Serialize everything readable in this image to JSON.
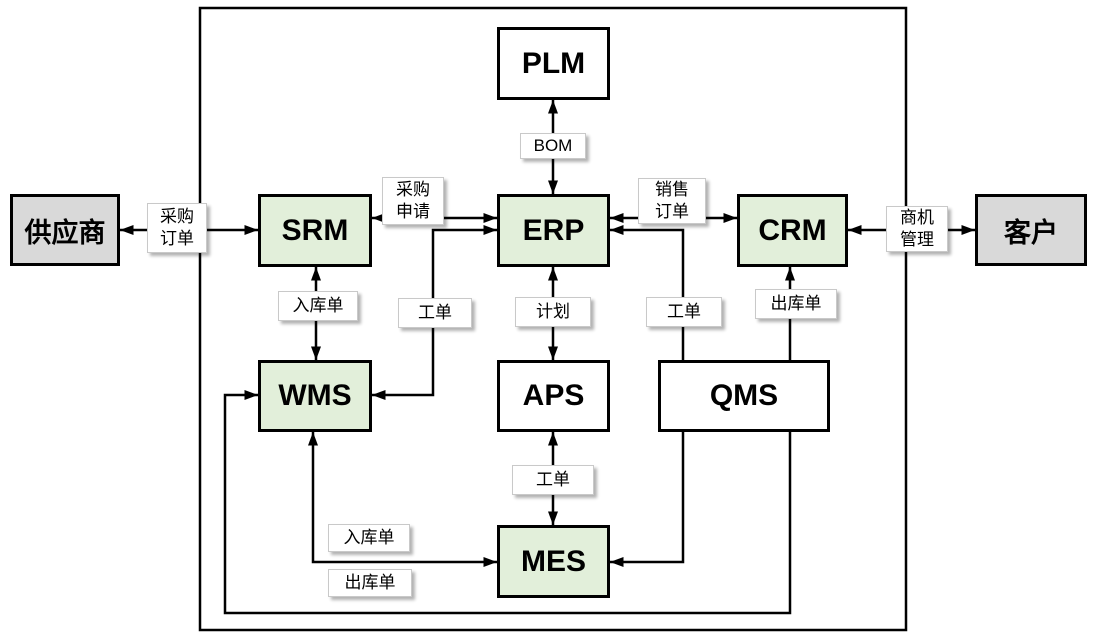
{
  "diagram": {
    "systems": {
      "plm": {
        "label": "PLM"
      },
      "srm": {
        "label": "SRM"
      },
      "erp": {
        "label": "ERP"
      },
      "crm": {
        "label": "CRM"
      },
      "wms": {
        "label": "WMS"
      },
      "aps": {
        "label": "APS"
      },
      "qms": {
        "label": "QMS"
      },
      "mes": {
        "label": "MES"
      }
    },
    "entities": {
      "supplier": {
        "label": "供应商"
      },
      "customer": {
        "label": "客户"
      }
    },
    "labels": {
      "purchase_order": {
        "line1": "采购",
        "line2": "订单"
      },
      "purchase_request": {
        "line1": "采购",
        "line2": "申请"
      },
      "sales_order": {
        "line1": "销售",
        "line2": "订单"
      },
      "opportunity": {
        "line1": "商机",
        "line2": "管理"
      },
      "bom": {
        "text": "BOM"
      },
      "inbound_top": {
        "text": "入库单"
      },
      "workorder_left": {
        "text": "工单"
      },
      "plan": {
        "text": "计划"
      },
      "workorder_right": {
        "text": "工单"
      },
      "outbound_top": {
        "text": "出库单"
      },
      "workorder_bottom": {
        "text": "工单"
      },
      "inbound_bottom": {
        "text": "入库单"
      },
      "outbound_bottom": {
        "text": "出库单"
      }
    },
    "connections": [
      {
        "from": "供应商",
        "to": "SRM",
        "label": "采购订单",
        "bidirectional": true
      },
      {
        "from": "SRM",
        "to": "ERP",
        "label": "采购申请",
        "bidirectional": true
      },
      {
        "from": "ERP",
        "to": "CRM",
        "label": "销售订单",
        "bidirectional": true
      },
      {
        "from": "CRM",
        "to": "客户",
        "label": "商机管理",
        "bidirectional": true
      },
      {
        "from": "PLM",
        "to": "ERP",
        "label": "BOM",
        "bidirectional": true
      },
      {
        "from": "ERP",
        "to": "APS",
        "label": "计划",
        "bidirectional": true
      },
      {
        "from": "APS",
        "to": "MES",
        "label": "工单",
        "bidirectional": true
      },
      {
        "from": "SRM",
        "to": "WMS",
        "label": "入库单",
        "bidirectional": true
      },
      {
        "from": "ERP",
        "to": "WMS",
        "label": "工单",
        "bidirectional": true
      },
      {
        "from": "ERP",
        "to": "MES",
        "label": "工单",
        "bidirectional": true,
        "note": "passes behind QMS"
      },
      {
        "from": "CRM",
        "to": "WMS",
        "label": "出库单",
        "bidirectional": true,
        "note": "passes behind QMS and along bottom"
      },
      {
        "from": "MES",
        "to": "WMS",
        "label": "入库单 / 出库单",
        "bidirectional": true
      }
    ],
    "colors": {
      "system_fill_green": "#e2efda",
      "system_fill_white": "#ffffff",
      "entity_fill": "#d9d9d9",
      "line": "#000000",
      "chip_bg": "#ffffff",
      "chip_border": "#c9c9c9"
    }
  }
}
